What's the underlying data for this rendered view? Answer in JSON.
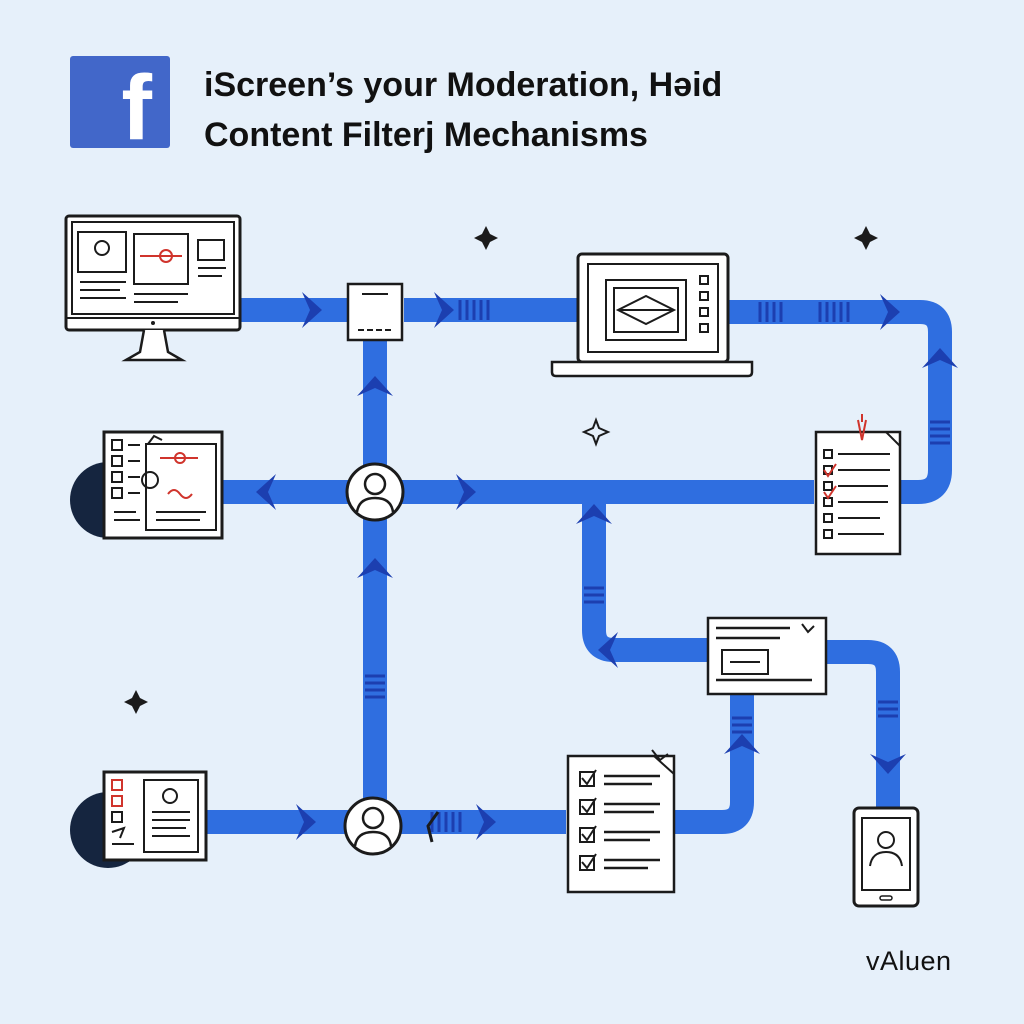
{
  "header": {
    "logo_letter": "f",
    "title_line1": "iScreen’s your Moderation, Hәid",
    "title_line2": "Content Filterj Mechanisms"
  },
  "footer": {
    "brand": "vAluen"
  },
  "colors": {
    "background": "#e6f0fa",
    "pipe": "#2f6ee0",
    "arrow": "#1c3fb0",
    "logo": "#4267c9",
    "ink": "#1b1b1b",
    "accent_red": "#d0342c"
  },
  "nodes": [
    {
      "id": "desktop-monitor",
      "icon": "desktop-monitor-icon"
    },
    {
      "id": "filter-box",
      "icon": "filter-box-icon"
    },
    {
      "id": "laptop-screen",
      "icon": "laptop-icon"
    },
    {
      "id": "moderator-top",
      "icon": "user-avatar-icon"
    },
    {
      "id": "review-panel-left",
      "icon": "review-panel-icon"
    },
    {
      "id": "flagged-report",
      "icon": "flagged-document-icon"
    },
    {
      "id": "content-card",
      "icon": "content-card-icon"
    },
    {
      "id": "profile-panel-left",
      "icon": "profile-panel-icon"
    },
    {
      "id": "moderator-bottom",
      "icon": "user-avatar-icon"
    },
    {
      "id": "checklist-document",
      "icon": "checklist-document-icon"
    },
    {
      "id": "tablet-profile",
      "icon": "tablet-icon"
    }
  ]
}
